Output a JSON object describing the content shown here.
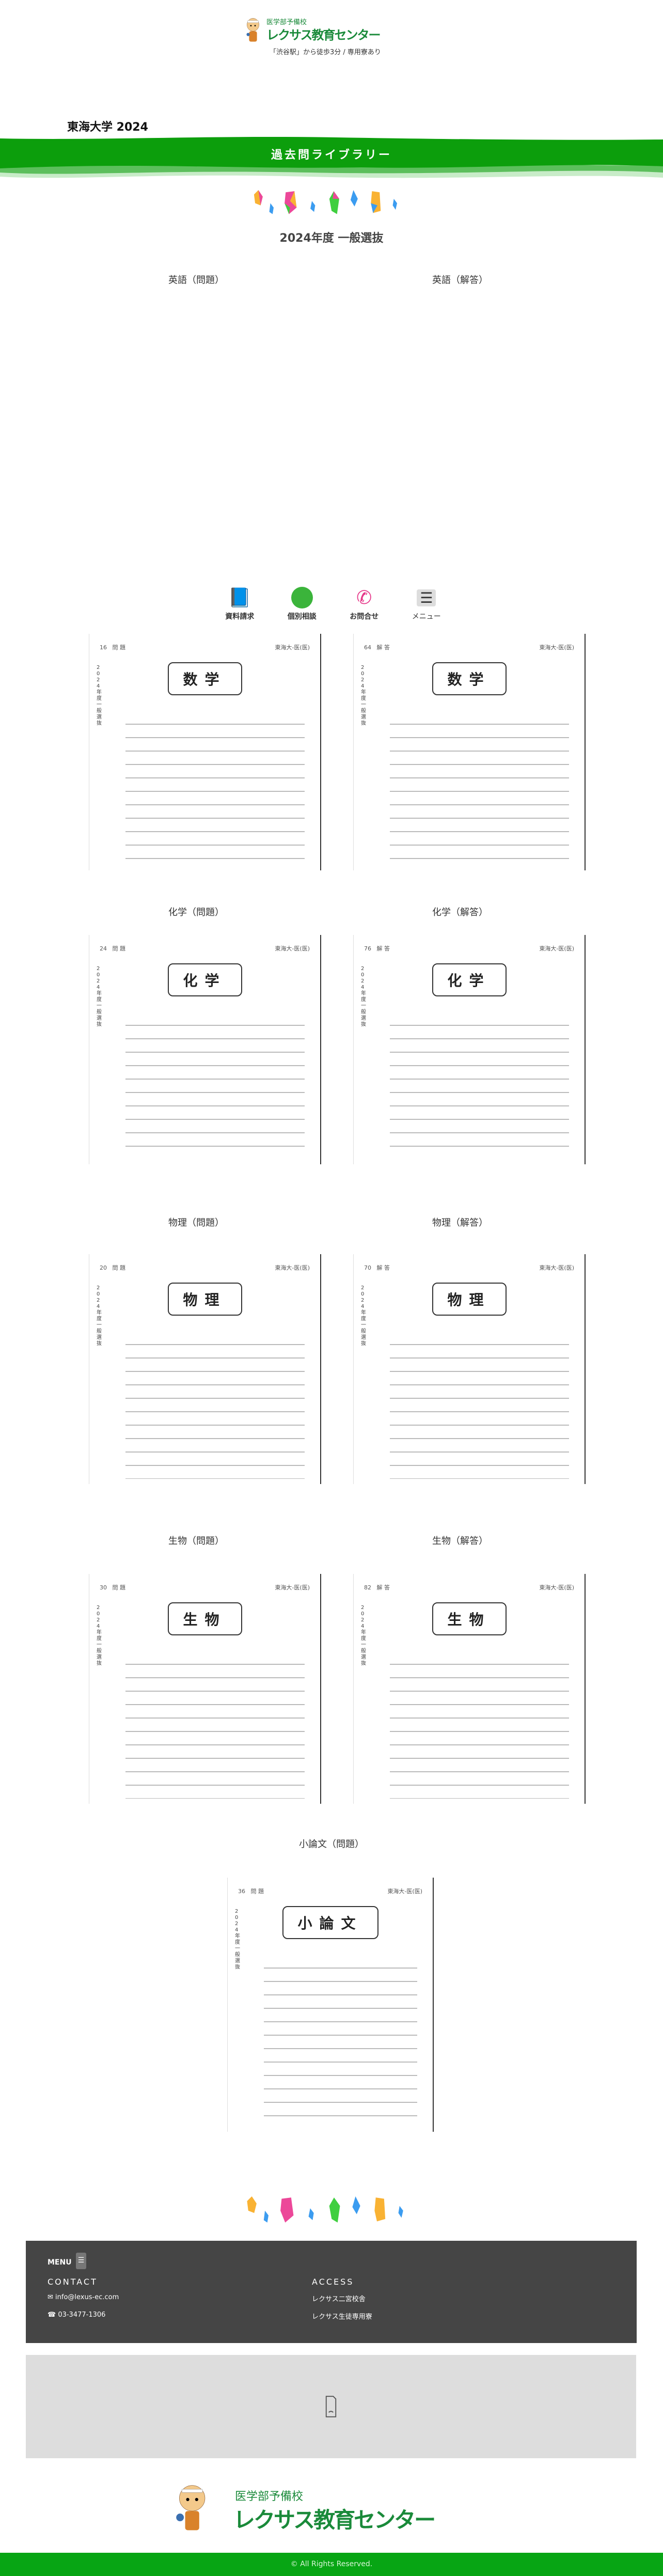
{
  "header": {
    "logo_sub": "医学部予備校",
    "logo_main": "レクサス教育センター",
    "tagline": "「渋谷駅」から徒歩3分 / 専用寮あり"
  },
  "page_title": "東海大学 2024",
  "band_title": "過去問ライブラリー",
  "section_title": "2024年度 一般選抜",
  "float_nav": [
    {
      "label": "資料請求",
      "icon": "book-icon"
    },
    {
      "label": "個別相談",
      "icon": "chat-icon"
    },
    {
      "label": "お問合せ",
      "icon": "phone-icon"
    },
    {
      "label": "メニュー",
      "icon": "menu-icon"
    }
  ],
  "docs": [
    {
      "label": "英語（問題）",
      "subject": "数学",
      "page": "16",
      "kind": "問 題"
    },
    {
      "label": "英語（解答）",
      "subject": "数学",
      "page": "64",
      "kind": "解 答"
    },
    {
      "label": "化学（問題）",
      "subject": "化学",
      "page": "24",
      "kind": "問 題"
    },
    {
      "label": "化学（解答）",
      "subject": "化学",
      "page": "76",
      "kind": "解 答"
    },
    {
      "label": "物理（問題）",
      "subject": "物理",
      "page": "20",
      "kind": "問 題"
    },
    {
      "label": "物理（解答）",
      "subject": "物理",
      "page": "70",
      "kind": "解 答"
    },
    {
      "label": "生物（問題）",
      "subject": "生物",
      "page": "30",
      "kind": "問 題"
    },
    {
      "label": "生物（解答）",
      "subject": "生物",
      "page": "82",
      "kind": "解 答"
    },
    {
      "label": "小論文（問題）",
      "subject": "小論文",
      "page": "36",
      "kind": "問 題"
    }
  ],
  "doc_side": "2024年度 一般選抜",
  "doc_header_right": "東海大-医(医)",
  "footer": {
    "menu_label": "MENU",
    "contact_title": "CONTACT",
    "email": "info@lexus-ec.com",
    "phone": "03-3477-1306",
    "access_title": "ACCESS",
    "access_links": [
      "レクサス二宮校舎",
      "レクサス生徒専用寮"
    ]
  },
  "copyright": "© All Rights Reserved.",
  "colors": {
    "brand_green": "#07a514",
    "logo_green": "#1a8a3a",
    "footer_bg": "#454545"
  }
}
